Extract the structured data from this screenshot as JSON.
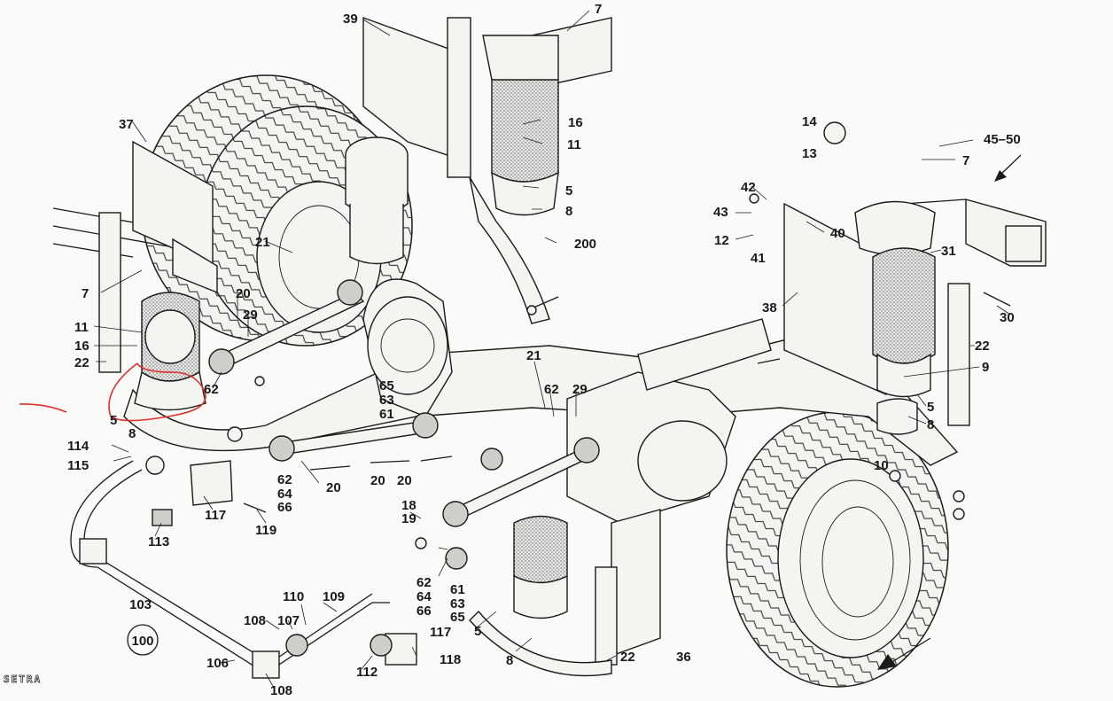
{
  "diagram": {
    "labels": [
      "39",
      "7",
      "16",
      "11",
      "5",
      "8",
      "200",
      "37",
      "21",
      "7",
      "11",
      "16",
      "22",
      "20",
      "29",
      "62",
      "5",
      "8",
      "65",
      "63",
      "61",
      "21",
      "62",
      "29",
      "14",
      "13",
      "45–50",
      "7",
      "42",
      "43",
      "12",
      "40",
      "41",
      "31",
      "30",
      "38",
      "22",
      "9",
      "5",
      "8",
      "10",
      "114",
      "115",
      "62",
      "64",
      "66",
      "20",
      "20",
      "20",
      "18",
      "19",
      "117",
      "113",
      "119",
      "62",
      "64",
      "66",
      "61",
      "63",
      "65",
      "5",
      "8",
      "22",
      "36",
      "110",
      "109",
      "108",
      "107",
      "103",
      "117",
      "118",
      "106",
      "108",
      "112",
      "100"
    ],
    "logo_text": "SETRA",
    "colors": {
      "ink": "#1a1a1a",
      "paper": "#fafaf8",
      "shade": "#cfcfca",
      "annotation": "#e0302a"
    }
  }
}
